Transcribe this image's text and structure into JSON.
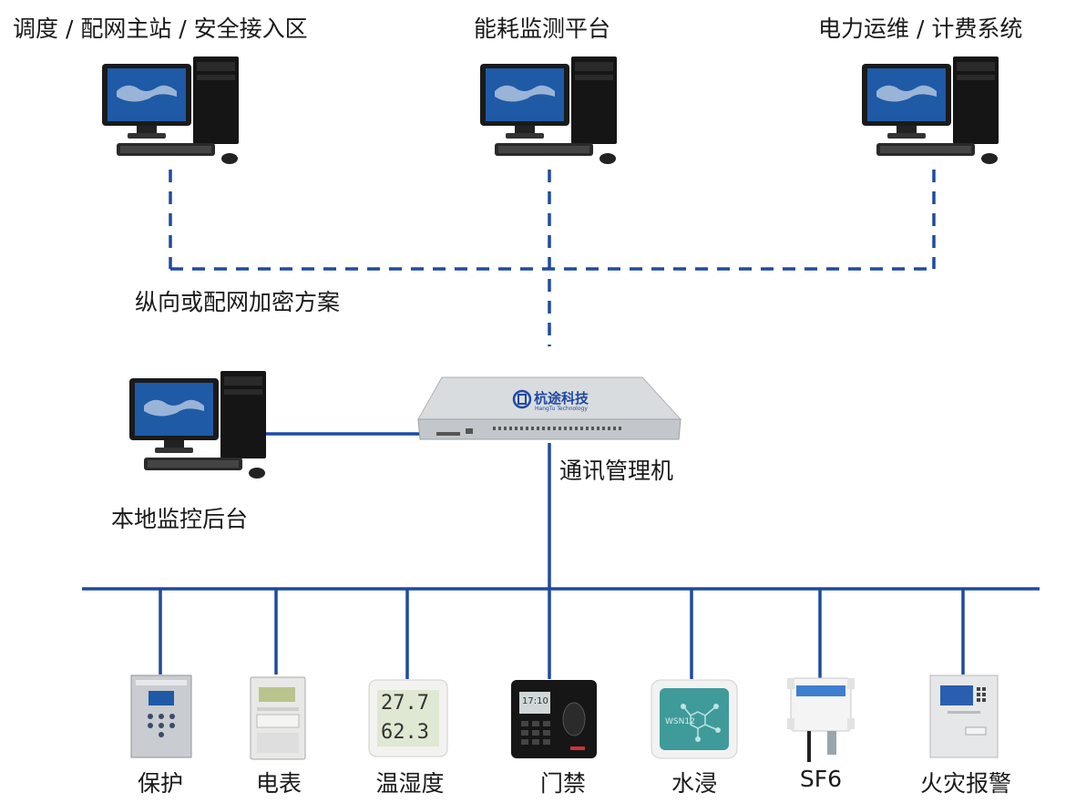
{
  "stations": {
    "left": "调度 / 配网主站 / 安全接入区",
    "center": "能耗监测平台",
    "right": "电力运维 / 计费系统"
  },
  "encryption_label": "纵向或配网加密方案",
  "local_label": "本地监控后台",
  "gateway": {
    "label": "通讯管理机",
    "brand": "杭途科技",
    "brand_sub": "HangTu Technology"
  },
  "devices": [
    {
      "label": "保护"
    },
    {
      "label": "电表"
    },
    {
      "label": "温湿度",
      "screen_top": "27.7",
      "screen_bottom": "62.3"
    },
    {
      "label": "门禁",
      "screen": "17:10"
    },
    {
      "label": "水浸",
      "screen": "WSN12"
    },
    {
      "label": "SF6"
    },
    {
      "label": "火灾报警"
    }
  ],
  "colors": {
    "line": "#1f4aa0",
    "monitor": "#1a1a1a",
    "screen": "#1e5aa6"
  }
}
